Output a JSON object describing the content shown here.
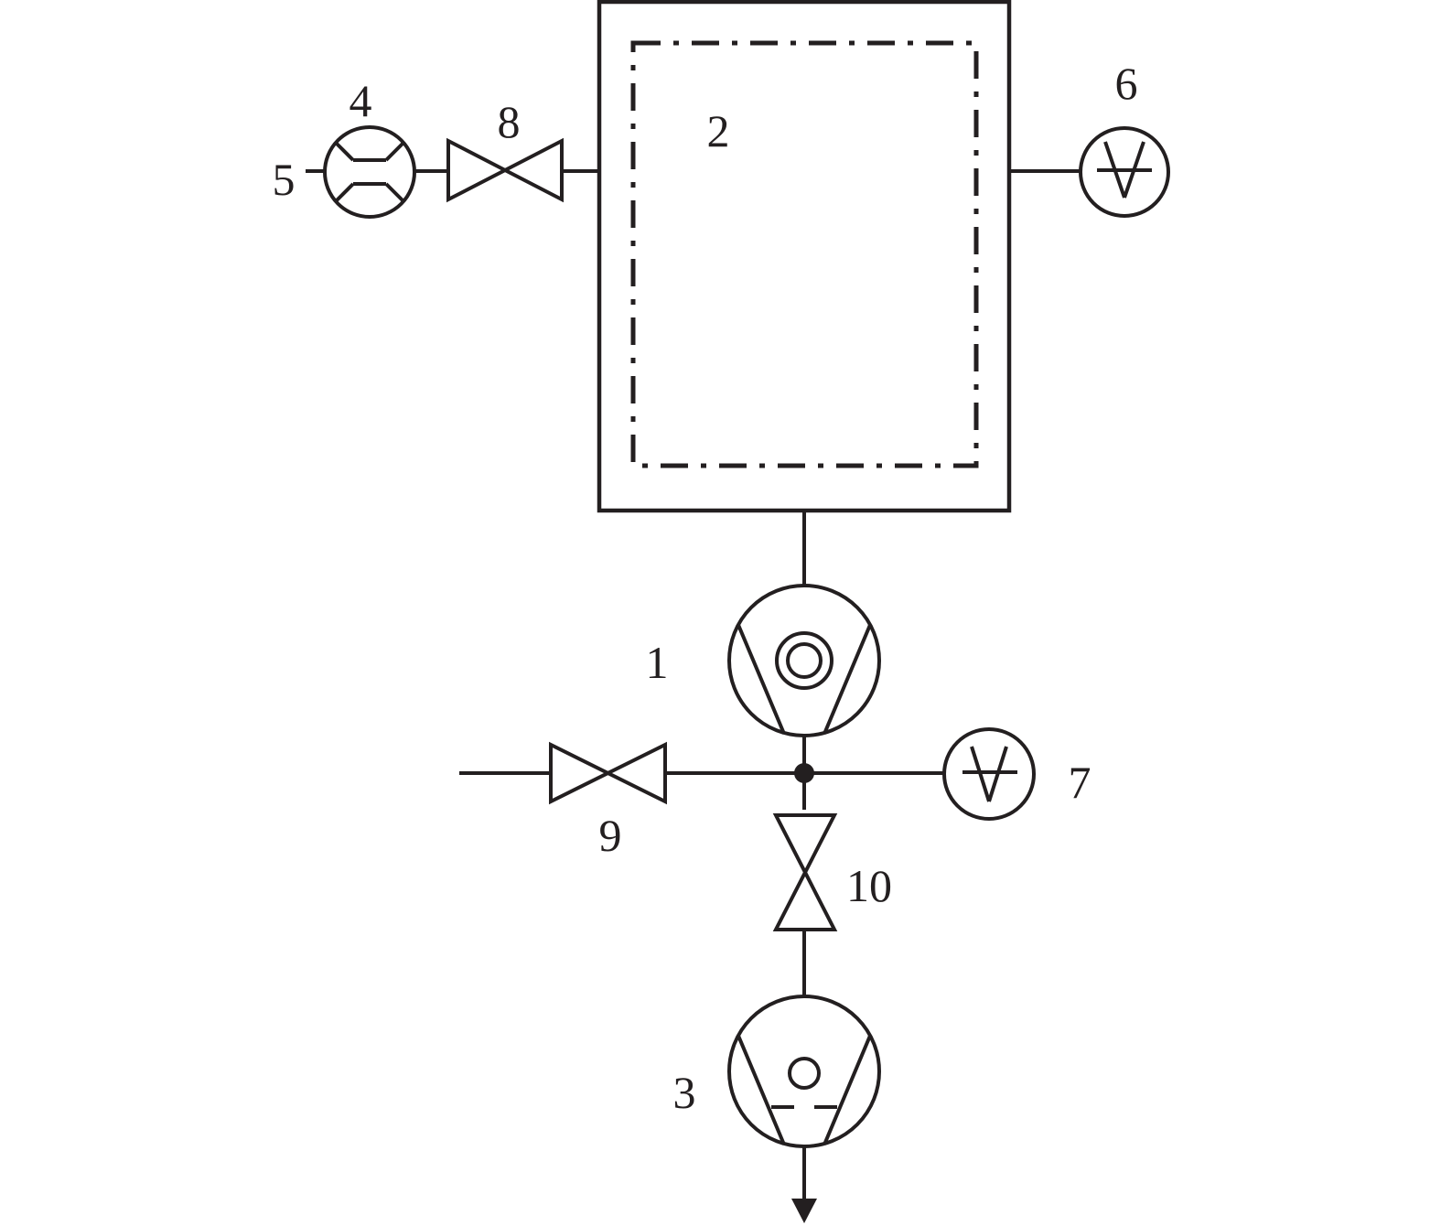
{
  "labels": {
    "l1": "1",
    "l2": "2",
    "l3": "3",
    "l4": "4",
    "l5": "5",
    "l6": "6",
    "l7": "7",
    "l8": "8",
    "l9": "9",
    "l10": "10"
  },
  "colors": {
    "line": "#231f20",
    "background": "#ffffff"
  },
  "components": [
    {
      "id": "1",
      "symbol": "high-vacuum-pump-icon"
    },
    {
      "id": "2",
      "symbol": "chamber-icon"
    },
    {
      "id": "3",
      "symbol": "roughing-pump-icon"
    },
    {
      "id": "4",
      "symbol": "flow-meter-icon"
    },
    {
      "id": "5",
      "symbol": "inlet-line"
    },
    {
      "id": "6",
      "symbol": "vacuum-gauge-icon"
    },
    {
      "id": "7",
      "symbol": "vacuum-gauge-icon"
    },
    {
      "id": "8",
      "symbol": "valve-icon"
    },
    {
      "id": "9",
      "symbol": "valve-icon"
    },
    {
      "id": "10",
      "symbol": "valve-icon"
    }
  ]
}
